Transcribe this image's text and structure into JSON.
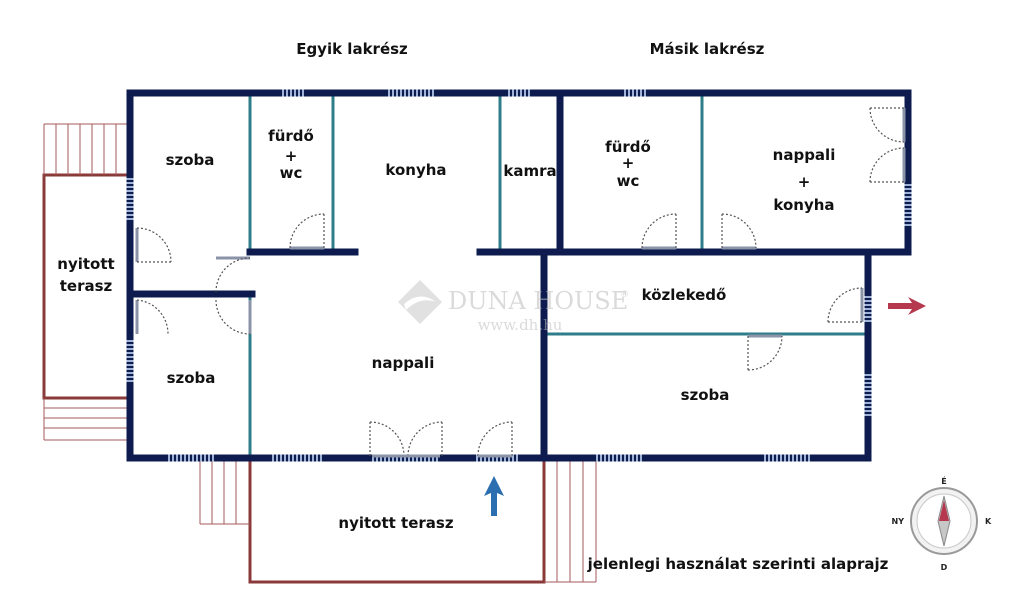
{
  "titles": {
    "left_unit": "Egyik lakrész",
    "right_unit": "Másik lakrész"
  },
  "rooms": {
    "szoba_top": "szoba",
    "furdo_left_1": "fürdő",
    "furdo_left_2": "+",
    "furdo_left_3": "wc",
    "konyha": "konyha",
    "kamra": "kamra",
    "furdo_right_1": "fürdő",
    "furdo_right_2": "+",
    "furdo_right_3": "wc",
    "nappali_konyha_1": "nappali",
    "nappali_konyha_2": "+",
    "nappali_konyha_3": "konyha",
    "terasz_left_1": "nyitott",
    "terasz_left_2": "terasz",
    "kozlekedo": "közlekedő",
    "szoba_bottom_left": "szoba",
    "nappali": "nappali",
    "szoba_right": "szoba",
    "terasz_bottom": "nyitott terasz"
  },
  "watermark": {
    "brand": "DUNA HOUSE",
    "reg": "®",
    "url": "www.dh.hu"
  },
  "compass": {
    "north": "É",
    "south": "D",
    "east": "K",
    "west": "NY"
  },
  "caption": "jelenlegi használat szerinti alaprajz",
  "colors": {
    "wall": "#0d1b4f",
    "inner_wall": "#2d7e89",
    "terrace": "#8b3a3a",
    "entry_arrow": "#b5384e",
    "exit_arrow": "#2c6fb0"
  }
}
